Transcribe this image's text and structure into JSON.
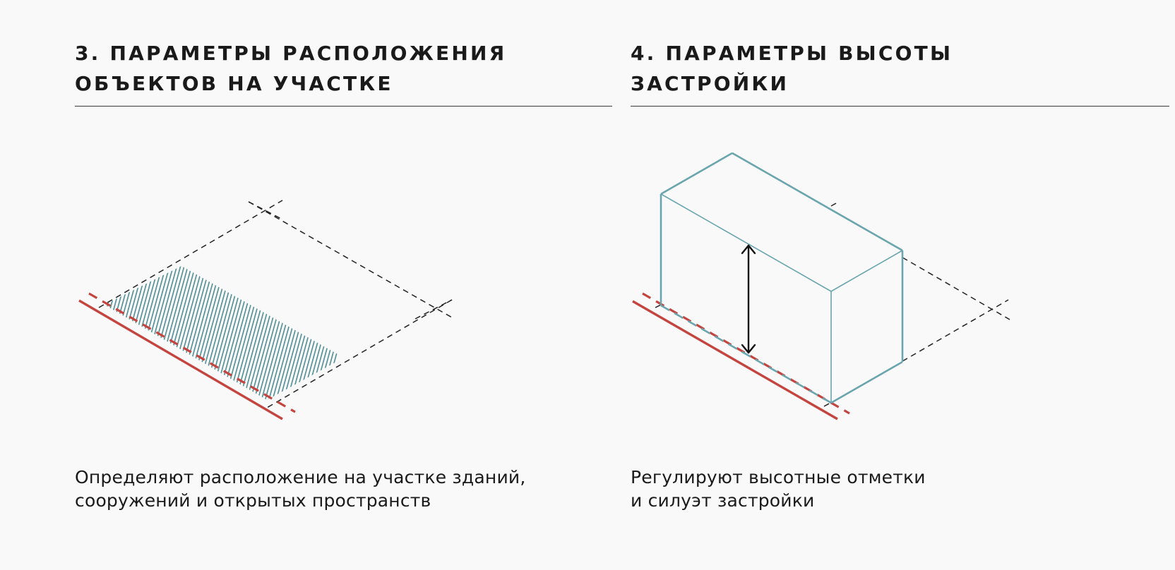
{
  "panels": [
    {
      "title_lines": [
        "3. ПАРАМЕТРЫ РАСПОЛОЖЕНИЯ",
        "ОБЪЕКТОВ НА УЧАСТКЕ"
      ],
      "description_lines": [
        "Определяют расположение на участке зданий,",
        "сооружений и открытых пространств"
      ]
    },
    {
      "title_lines": [
        "4. ПАРАМЕТРЫ ВЫСОТЫ",
        "ЗАСТРОЙКИ"
      ],
      "description_lines": [
        "Регулируют высотные отметки",
        "и силуэт застройки"
      ]
    }
  ],
  "colors": {
    "background": "#f9f9f9",
    "text": "#1a1a1a",
    "red_line": "#c4453f",
    "teal": "#6aa5ae",
    "hatch": "#4f8f94",
    "dashed": "#222222",
    "arrow": "#111111"
  }
}
